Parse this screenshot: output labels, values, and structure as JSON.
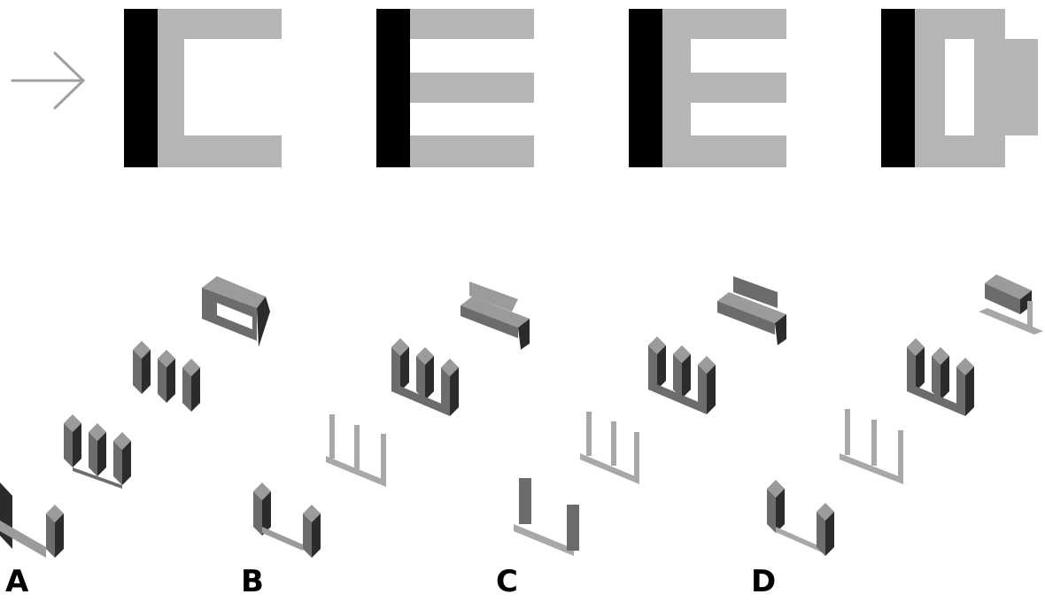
{
  "view_arrow_icon": "arrow-right-icon",
  "colors": {
    "black": "#000000",
    "light_gray": "#b5b5b5",
    "top": "#9b9b9b",
    "front": "#6c6c6c",
    "side": "#2b2b2b",
    "flat": "#a8a8a8"
  },
  "options": [
    {
      "label": "A"
    },
    {
      "label": "B"
    },
    {
      "label": "C"
    },
    {
      "label": "D"
    }
  ]
}
